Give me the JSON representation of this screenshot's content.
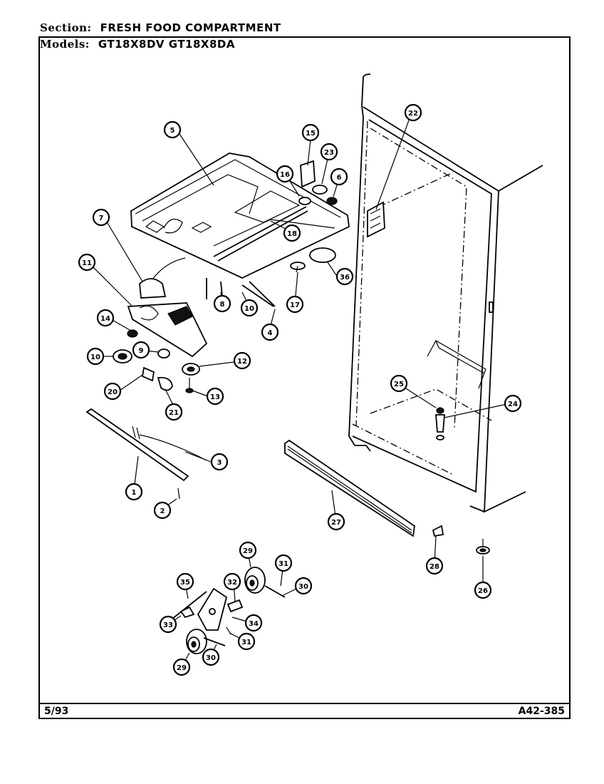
{
  "header": {
    "section_label": "Section:",
    "section_value": "FRESH FOOD COMPARTMENT",
    "models_label": "Models:",
    "models_value": "GT18X8DV  GT18X8DA"
  },
  "footer": {
    "date": "5/93",
    "code": "A42-385"
  },
  "callouts": [
    {
      "id": "c1",
      "label": "1"
    },
    {
      "id": "c2",
      "label": "2"
    },
    {
      "id": "c3",
      "label": "3"
    },
    {
      "id": "c4",
      "label": "4"
    },
    {
      "id": "c5",
      "label": "5"
    },
    {
      "id": "c6",
      "label": "6"
    },
    {
      "id": "c7",
      "label": "7"
    },
    {
      "id": "c8",
      "label": "8"
    },
    {
      "id": "c9",
      "label": "9"
    },
    {
      "id": "c10a",
      "label": "10"
    },
    {
      "id": "c10b",
      "label": "10"
    },
    {
      "id": "c11",
      "label": "11"
    },
    {
      "id": "c12",
      "label": "12"
    },
    {
      "id": "c13",
      "label": "13"
    },
    {
      "id": "c14",
      "label": "14"
    },
    {
      "id": "c15",
      "label": "15"
    },
    {
      "id": "c16",
      "label": "16"
    },
    {
      "id": "c17",
      "label": "17"
    },
    {
      "id": "c18",
      "label": "18"
    },
    {
      "id": "c20",
      "label": "20"
    },
    {
      "id": "c21",
      "label": "21"
    },
    {
      "id": "c22",
      "label": "22"
    },
    {
      "id": "c23",
      "label": "23"
    },
    {
      "id": "c24",
      "label": "24"
    },
    {
      "id": "c25",
      "label": "25"
    },
    {
      "id": "c26",
      "label": "26"
    },
    {
      "id": "c27",
      "label": "27"
    },
    {
      "id": "c28",
      "label": "28"
    },
    {
      "id": "c29a",
      "label": "29"
    },
    {
      "id": "c29b",
      "label": "29"
    },
    {
      "id": "c30a",
      "label": "30"
    },
    {
      "id": "c30b",
      "label": "30"
    },
    {
      "id": "c31a",
      "label": "31"
    },
    {
      "id": "c31b",
      "label": "31"
    },
    {
      "id": "c32",
      "label": "32"
    },
    {
      "id": "c33",
      "label": "33"
    },
    {
      "id": "c34",
      "label": "34"
    },
    {
      "id": "c35",
      "label": "35"
    },
    {
      "id": "c36",
      "label": "36"
    }
  ]
}
